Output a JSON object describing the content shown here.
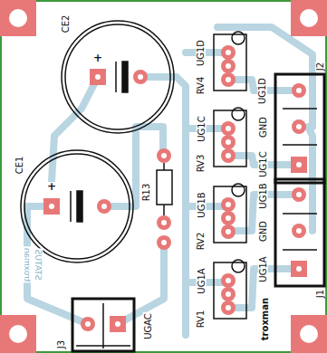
{
  "diagram": {
    "labels": [
      "CE2",
      "+",
      "CE1",
      "+",
      "R13",
      "UG1D",
      "RV4",
      "UG1C",
      "RV3",
      "UG1B",
      "RV2",
      "UG1A",
      "RV1",
      "UG1D",
      "GND",
      "UG1C",
      "UG1B",
      "GND",
      "UG1A",
      "J2",
      "J1",
      "troxman",
      "J3",
      "UGAC",
      "troxman",
      "STATUS"
    ]
  }
}
